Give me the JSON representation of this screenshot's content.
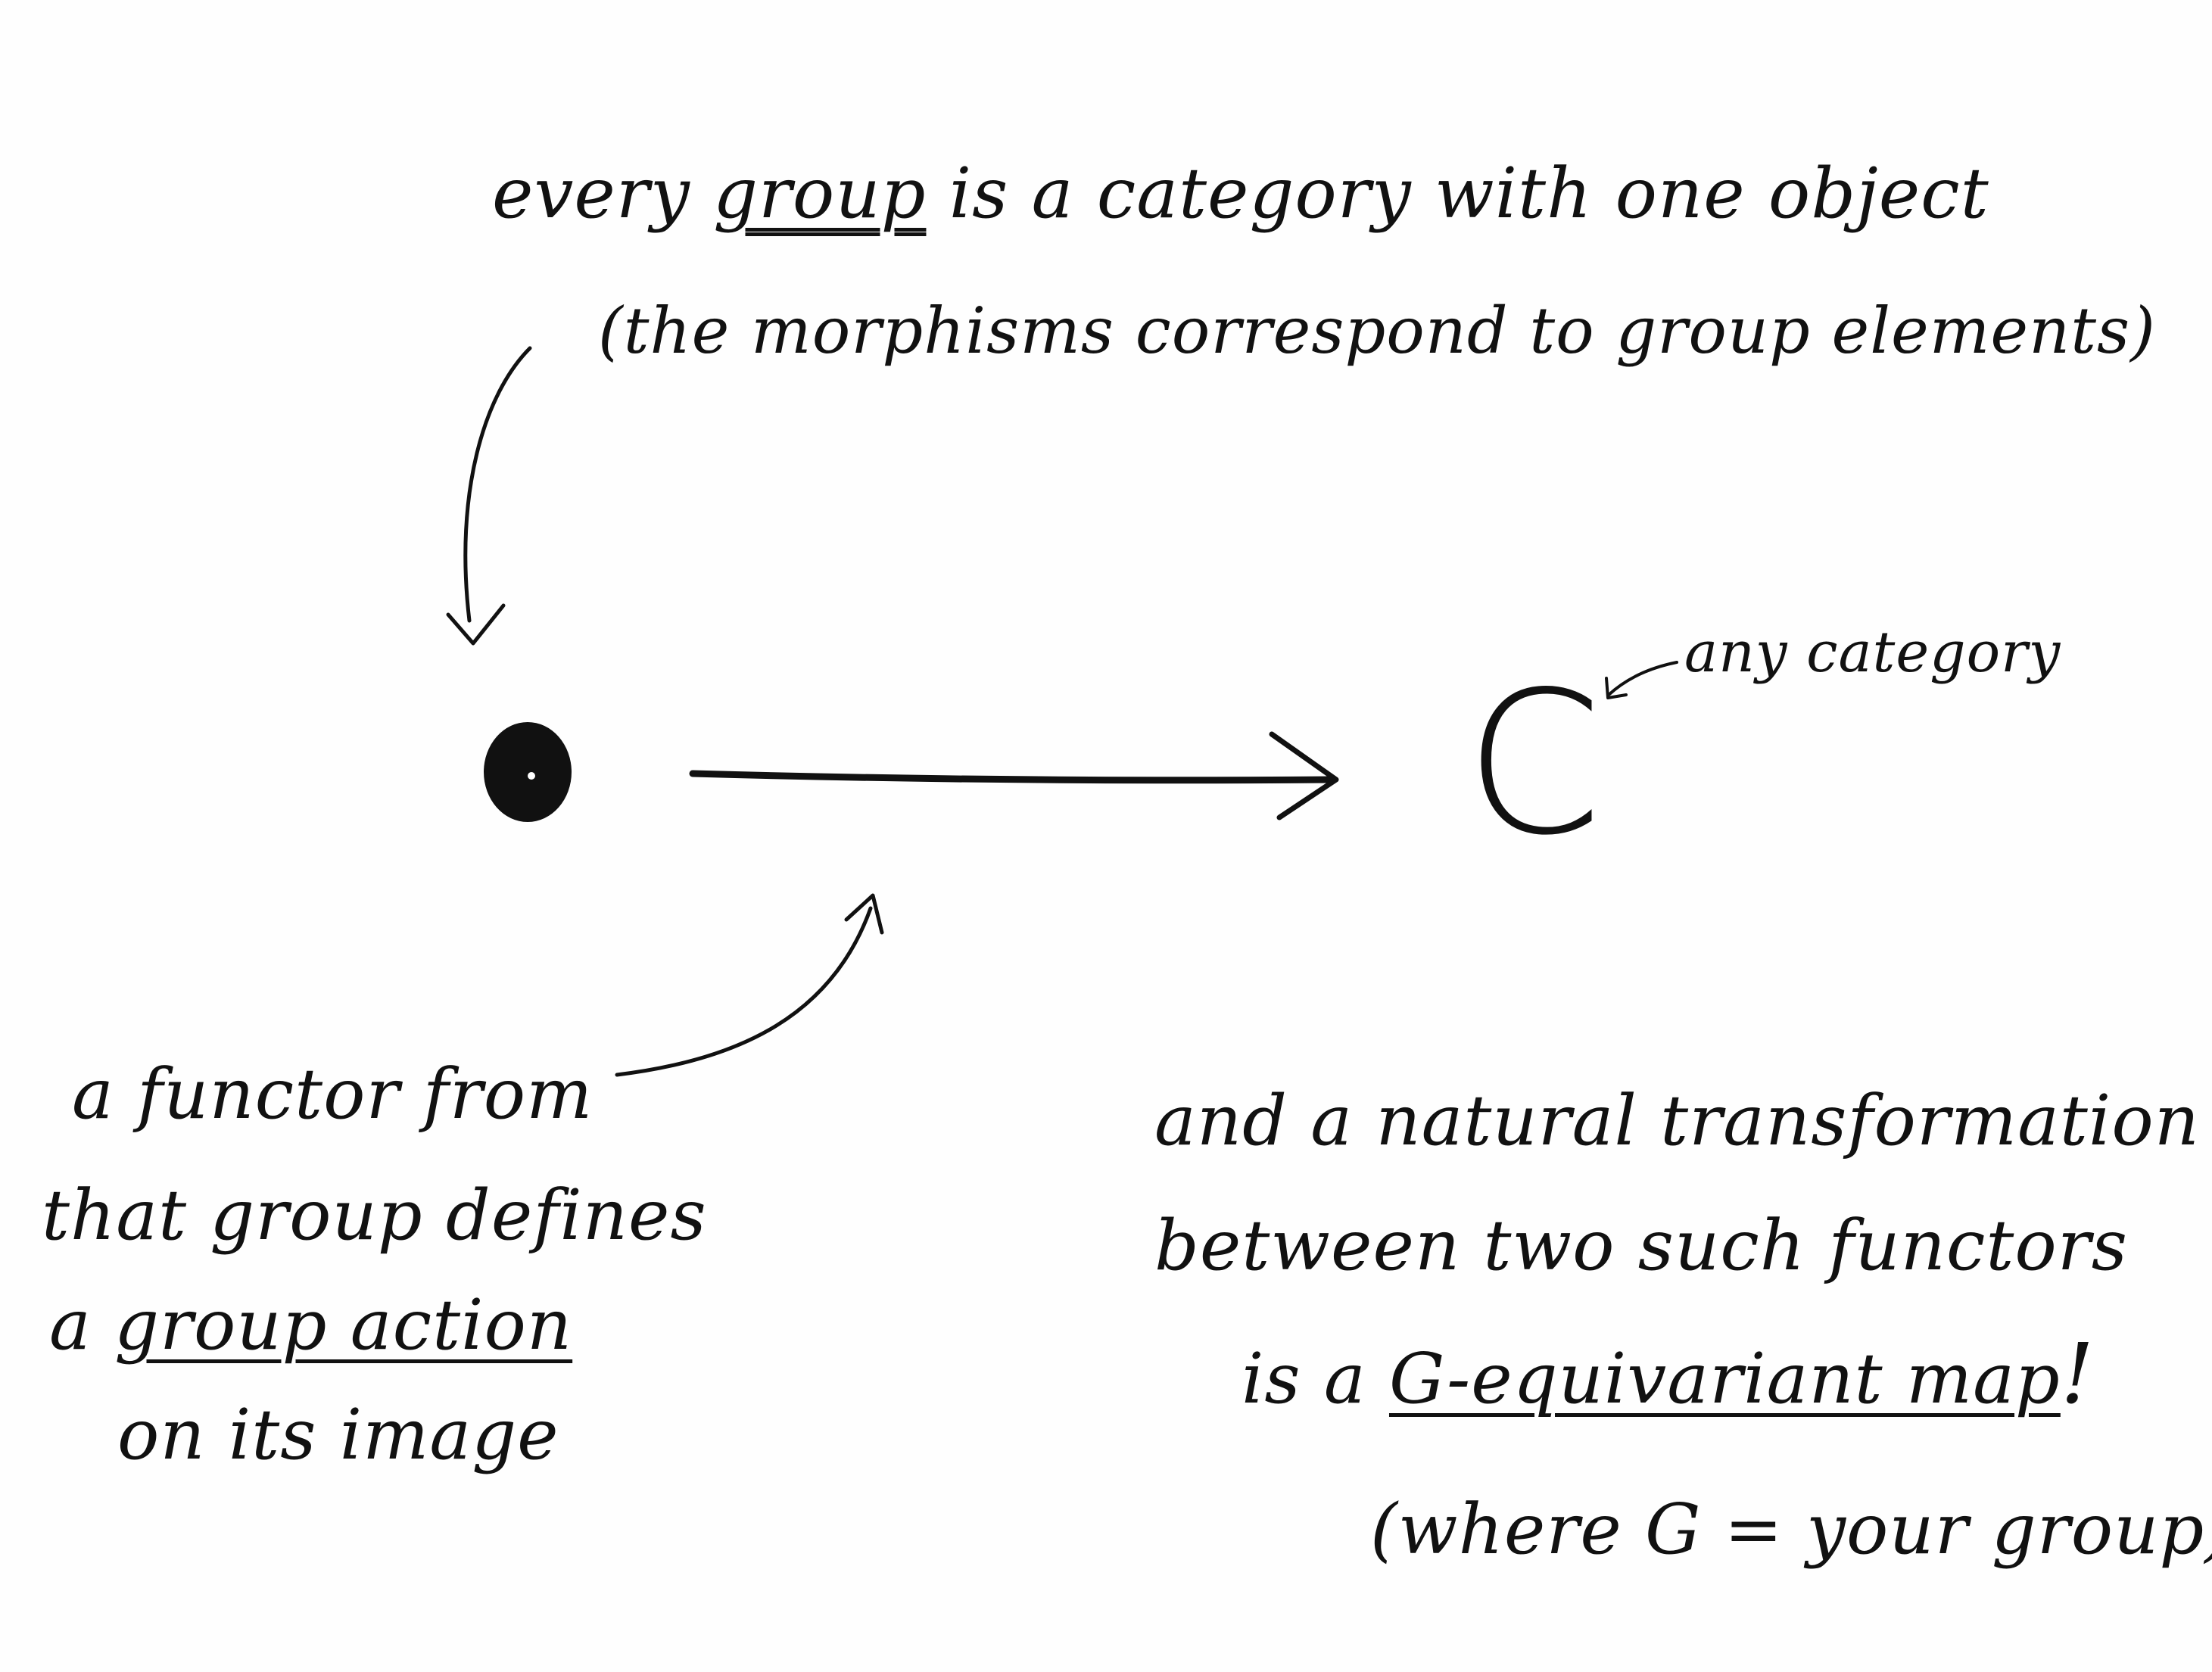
{
  "top_note": {
    "line1_pre": "every ",
    "line1_group": "group",
    "line1_post": " is a category with one object",
    "line2": "(the morphisms correspond to group elements)"
  },
  "right_label": {
    "category_letter": "C",
    "any_category": "any category"
  },
  "left_note": {
    "line1": "a functor from",
    "line2": "that group defines",
    "line3_pre": "a ",
    "line3_action": "group action",
    "line4": "on its image"
  },
  "right_note": {
    "line1": "and a natural transformation",
    "line2": "between two such functors",
    "line3_pre": "is a ",
    "line3_map": "G-equivariant map",
    "line3_post": "!",
    "line4": "(where G = your group)"
  },
  "colors": {
    "ink": "#111111",
    "paper": "#fefefe"
  }
}
